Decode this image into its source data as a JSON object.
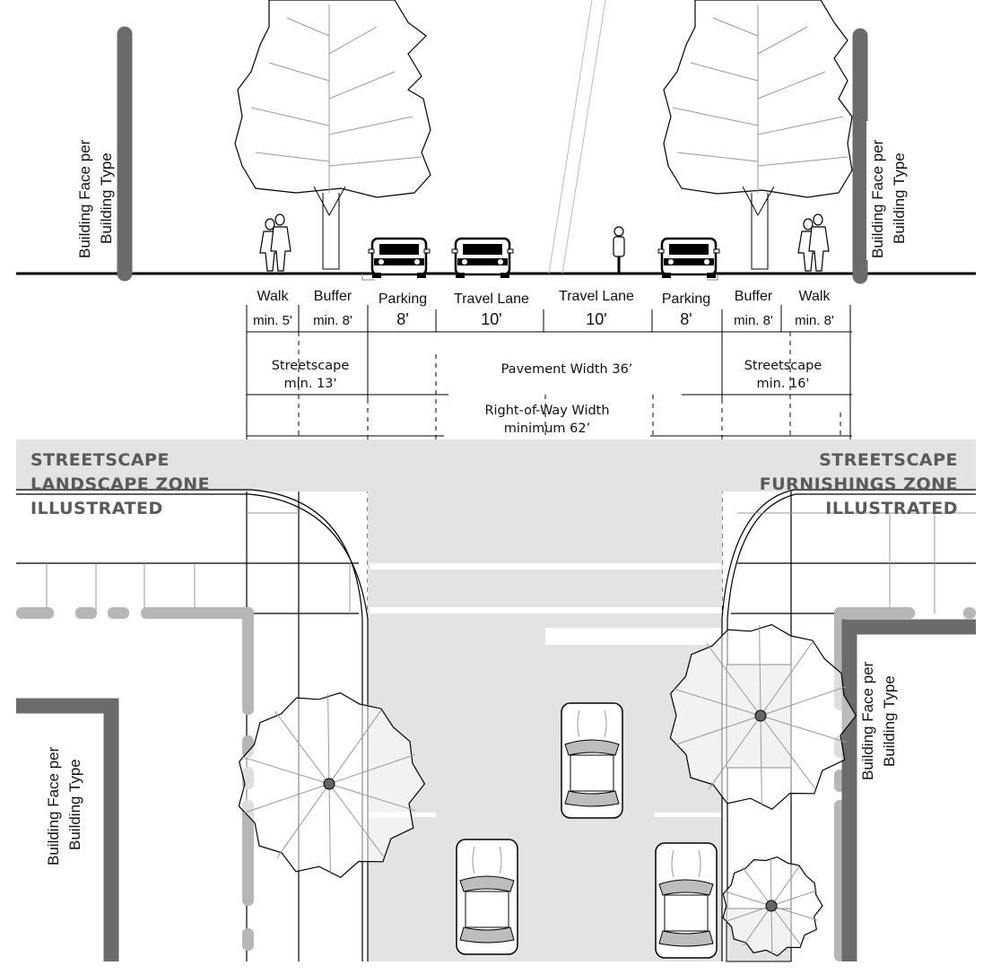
{
  "title": "Street Section and Plan – Streetscape Zones",
  "colors": {
    "building_face": "#6b6b6b",
    "pavement": "#e3e3e3",
    "zone_band": "#e3e3e3",
    "zone_text": "#5a5a5a",
    "curb_line": "#111111",
    "hedge": "#b6b6b6",
    "tree_line": "#999999"
  },
  "section": {
    "building_face_left": {
      "line1": "Building Face per",
      "line2": "Building Type"
    },
    "building_face_right": {
      "line1": "Building Face per",
      "line2": "Building Type"
    },
    "zones": [
      {
        "name": "Walk",
        "width": "min. 5'"
      },
      {
        "name": "Buffer",
        "width": "min.  8'"
      },
      {
        "name": "Parking",
        "width": "8'"
      },
      {
        "name": "Travel Lane",
        "width": "10'"
      },
      {
        "name": "Travel Lane",
        "width": "10'"
      },
      {
        "name": "Parking",
        "width": "8'"
      },
      {
        "name": "Buffer",
        "width": "min. 8'"
      },
      {
        "name": "Walk",
        "width": "min. 8'"
      }
    ],
    "streetscape_left": {
      "line1": "Streetscape",
      "line2": "min. 13'"
    },
    "pavement_width": "Pavement Width 36’",
    "streetscape_right": {
      "line1": "Streetscape",
      "line2": "min. 16'"
    },
    "right_of_way": {
      "line1": "Right-of-Way Width",
      "line2": "minimum 62’"
    }
  },
  "plan": {
    "zone_left": {
      "line1": "STREETSCAPE",
      "line2": "LANDSCAPE ZONE",
      "line3": "ILLUSTRATED"
    },
    "zone_right": {
      "line1": "STREETSCAPE",
      "line2": "FURNISHINGS ZONE",
      "line3": "ILLUSTRATED"
    },
    "building_face_left": {
      "line1": "Building Face per",
      "line2": "Building Type"
    },
    "building_face_right": {
      "line1": "Building Face per",
      "line2": "Building Type"
    }
  }
}
